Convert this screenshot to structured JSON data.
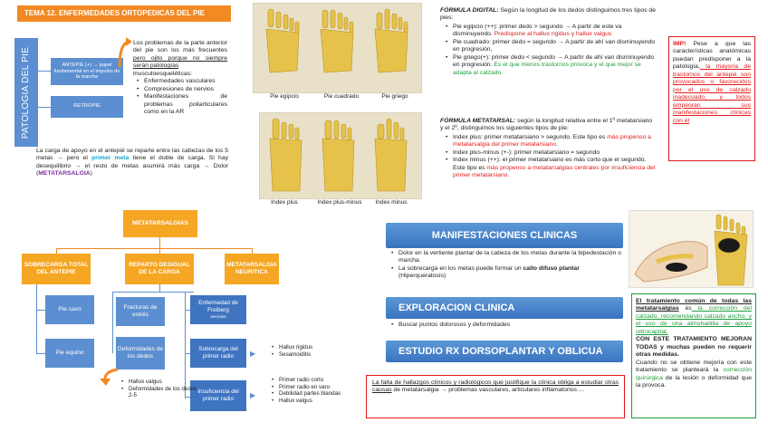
{
  "title": "TEMA 12. ENFERMEDADES ORTOPEDICAS DEL PIE",
  "side_label": "PATOLOGIA DEL PIE",
  "antepie": {
    "label": "ANTEPIE (+) → papel fundamental en el impulso de la marcha",
    "retropie": "RETROPIE"
  },
  "intro": {
    "p1": "Los problemas de la parte anterior del pie son los más frecuentes",
    "p1_u": "pero ojito porque no siempre serán patologías",
    "p2": "musculoesqueléticas:",
    "items": [
      "Enfermedades vasculares",
      "Compresiones de nervios",
      "Manifestaciones de problemas poliarticulares como en la AR"
    ]
  },
  "carga": {
    "text1": "La carga de apoyo en el antepié se reparte entre las cabezas de los 5 metas → pero el",
    "primer_meta": "primer meta",
    "text2": "tiene el doble de carga. Si hay desequilibrio → el resto de metas asumirá más carga → Dolor (",
    "metatarsalgia": "METATARSALGIA",
    "close": ")"
  },
  "feet_top": [
    "Pie egipcio",
    "Pie cuadrado",
    "Pie griego"
  ],
  "feet_bottom": [
    "Index plus",
    "Index plus-minus",
    "Index minus"
  ],
  "formula_digital": {
    "heading": "FÓRMULA DIGITAL:",
    "intro": " Según la longitud de los dedos distinguimos tres tipos de pies:",
    "egipcio": "Pie egipcio (++): primer dedo > segundo → A partir de este va disminuyendo.",
    "egipcio_red": " Predispone al hallux rigidus y hallux valgus",
    "cuadrado": "Pie cuadrado: primer dedo = segundo → A partir de ahí van disminuyendo en progresión,",
    "griego": "Pie griego(+): primer dedo < segundo → A partir de ahí van disminuyendo en progresión.",
    "griego_green": " Es el que menos trastornos provoca y el que mejor se adapta al calzado."
  },
  "formula_metatarsal": {
    "heading": "FÓRMULA METATARSAL:",
    "intro": " según la longitud relativa entre el 1º metatarsiano y el 2º, distinguimos los siguientes tipos de pie:",
    "plus": "Index plus: primer metatarsiano > segundo. Este tipo es",
    "plus_red": " más propenso a metatarsalgia del primer metatarsiano.",
    "plusminus": "Index plus-minus (+-): primer metatarsiano = segundo",
    "minus": "Index minus (++): el primer metatarsiano es más corto que el segundo. Este tipo es",
    "minus_red": " más propenso a metatarsalgias centrales por insuficiencia del primer metatarsiano."
  },
  "imp": {
    "label": "IMP!",
    "text": " Pese a que las características anatómicas puedan predisponer a la patología,",
    "red": " la mayoría de trastornos del antepié son provocados o favorecidos por el uso de calzado inadecuado, y todos empeoran sus manifestaciones clínicas con él"
  },
  "tree": {
    "root": "METATARSALGIAS",
    "branches": [
      "SOBRECARGA TOTAL DEL ANTEPIE",
      "REPARTO DESIGUAL DE LA CARGA",
      "METATARSALGIA NEURITICA"
    ],
    "left": [
      "Pie cavo",
      "Pie equino"
    ],
    "mid": [
      "Fracturas de estrés",
      "Deformidades de los dedos"
    ],
    "right": [
      "Enfermedad de Freiberg",
      "Sobrecarga del primer radio",
      "Insuficiencia del primer radio"
    ],
    "freiberg_small": "necrosis",
    "sobrecarga_items": [
      "Hallux rigidus",
      "Sesamoiditis"
    ],
    "insuficiencia_items": [
      "Primer radio corto",
      "Primer radio en varo",
      "Debilidad partes blandas",
      "Hallux valgus"
    ],
    "deform_items": [
      "Hallux valgus",
      "Deformidades de los dedos 2-5"
    ]
  },
  "manifestaciones": {
    "title": "MANIFESTACIONES CLINICAS",
    "b1": "Dolor en la vertiente plantar de la cabeza de los metas durante la bipedestación o marcha.",
    "b2a": "La sobrecarga en los metas puede formar un",
    "b2b": " callo difuso plantar",
    "b2c": " (Hiperqueratosis)"
  },
  "exploracion": {
    "title": "EXPLORACION CLINICA",
    "b1": "Buscar puntos dolorosos y deformidades"
  },
  "estudio": {
    "title": "ESTUDIO RX DORSOPLANTAR Y OBLICUA"
  },
  "falta": {
    "u": "La falta de hallazgos clínicos y radiológicos que justifique la clínica obliga a estudiar otras causas",
    "rest": " de metatarsalgia → problemas vasculares, articulares inflamatorios…."
  },
  "tratamiento": {
    "u": "El tratamiento común de todas las metatarsalgias",
    "es": " es",
    "green": " la corrección del calzado, recomendando calzado ancho, y el uso de una almohadilla de apoyo retrocapital,",
    "con": "CON ESTE TRATAMIENTO MEJORAN TODAS y muchas pueden no requerir otras medidas.",
    "cuando": "Cuando no se obtiene mejoría con este tratamiento se planteará la",
    "green2": " corrección quirúrgica",
    "end": " de la lesión o deformidad que la provoca."
  },
  "colors": {
    "orange": "#f28a23",
    "blue": "#5b8fd1",
    "red": "#e01b1b",
    "green": "#1e9e3a"
  }
}
